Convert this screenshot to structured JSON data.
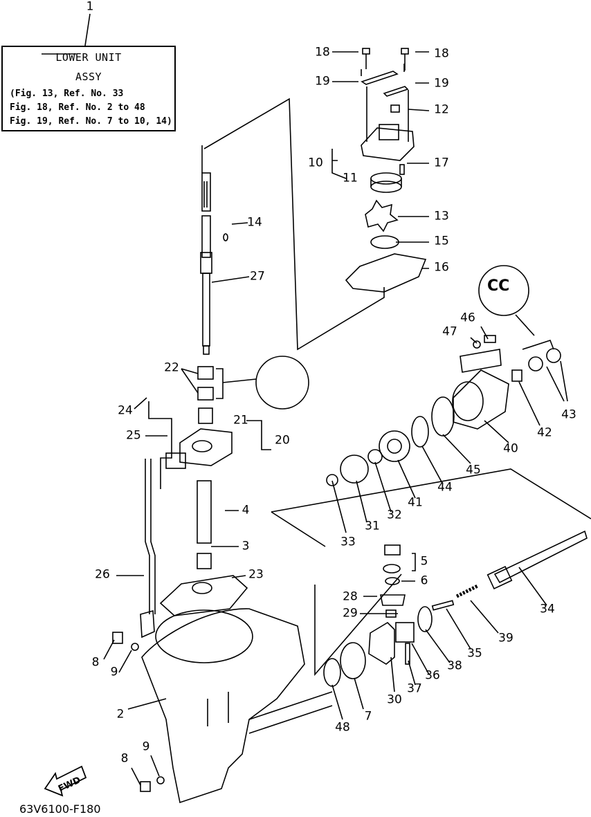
{
  "title_box": {
    "ref": "1",
    "line1": "LOWER UNIT",
    "line2": "ASSY",
    "refs": [
      "(Fig. 13, Ref. No. 33",
      " Fig. 18, Ref. No. 2 to 48",
      " Fig. 19, Ref. No. 7 to 10, 14)"
    ]
  },
  "drawing_code": "63V6100-F180",
  "fwd_label": "FWD",
  "cc_label": "CC",
  "callouts": [
    "1",
    "2",
    "3",
    "4",
    "5",
    "6",
    "7",
    "8",
    "8",
    "9",
    "9",
    "10",
    "11",
    "12",
    "13",
    "14",
    "15",
    "16",
    "17",
    "18",
    "18",
    "19",
    "19",
    "20",
    "21",
    "22",
    "23",
    "24",
    "25",
    "26",
    "27",
    "28",
    "29",
    "30",
    "31",
    "32",
    "33",
    "34",
    "35",
    "36",
    "37",
    "38",
    "39",
    "40",
    "41",
    "42",
    "43",
    "44",
    "45",
    "46",
    "47",
    "48"
  ]
}
